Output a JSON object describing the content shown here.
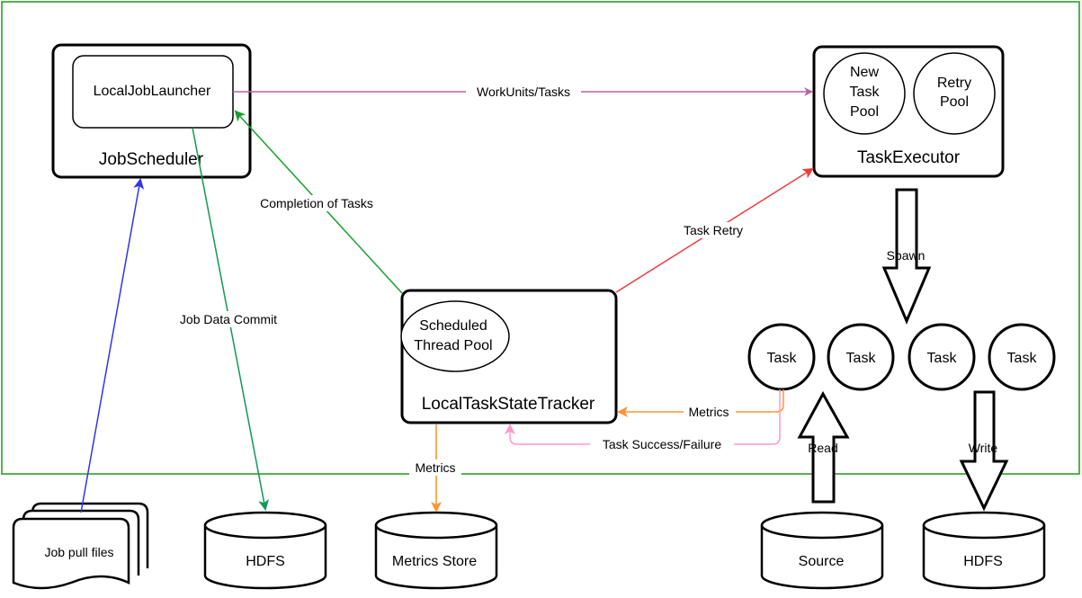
{
  "diagram": {
    "boundary": {
      "color": "#1a9a1a"
    },
    "nodes": {
      "job_scheduler": {
        "label": "JobScheduler"
      },
      "local_job_launcher": {
        "label": "LocalJobLauncher"
      },
      "task_executor": {
        "label": "TaskExecutor"
      },
      "new_task_pool": {
        "lines": [
          "New",
          "Task",
          "Pool"
        ]
      },
      "retry_pool": {
        "lines": [
          "Retry",
          "Pool"
        ]
      },
      "local_task_state_tracker": {
        "label": "LocalTaskStateTracker"
      },
      "scheduled_thread_pool": {
        "lines": [
          "Scheduled",
          "Thread Pool"
        ]
      },
      "tasks": [
        "Task",
        "Task",
        "Task",
        "Task"
      ],
      "job_pull_files": {
        "label": "Job pull files"
      },
      "hdfs_left": {
        "label": "HDFS"
      },
      "metrics_store": {
        "label": "Metrics Store"
      },
      "source": {
        "label": "Source"
      },
      "hdfs_right": {
        "label": "HDFS"
      }
    },
    "edges": {
      "work_units": {
        "label": "WorkUnits/Tasks",
        "color": "#b5649f"
      },
      "completion": {
        "label": "Completion of Tasks",
        "color": "#17a02e"
      },
      "job_data_commit": {
        "label": "Job Data Commit",
        "color": "#0f9955"
      },
      "job_pull": {
        "label": "",
        "color": "#3333ee"
      },
      "task_retry": {
        "label": "Task Retry",
        "color": "#f23a3a"
      },
      "metrics_tracker": {
        "label": "Metrics",
        "color": "#ff9433"
      },
      "metrics_store": {
        "label": "Metrics",
        "color": "#ff8c1a"
      },
      "success_failure": {
        "label": "Task Success/Failure",
        "color": "#ff99cc"
      },
      "spawn": {
        "label": "Spawn"
      },
      "read": {
        "label": "Read"
      },
      "write": {
        "label": "Write"
      }
    }
  }
}
